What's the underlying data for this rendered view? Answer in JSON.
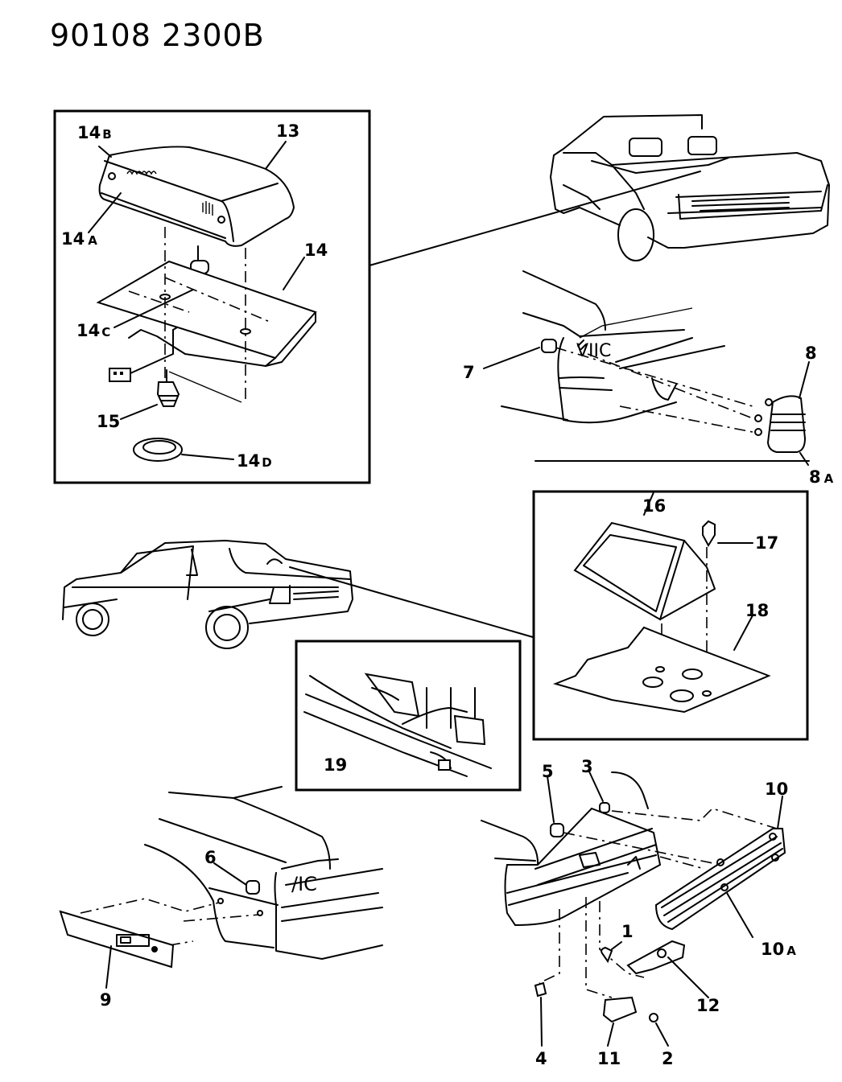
{
  "diagram_id": "90108  2300B",
  "callouts": {
    "c1": "1",
    "c2": "2",
    "c3": "3",
    "c4": "4",
    "c5": "5",
    "c6": "6",
    "c7": "7",
    "c8": "8",
    "c8a_num": "8",
    "c8a_sub": "A",
    "c9": "9",
    "c10": "10",
    "c10a_num": "10",
    "c10a_sub": "A",
    "c11": "11",
    "c12": "12",
    "c13": "13",
    "c14": "14",
    "c14a_num": "14",
    "c14a_sub": "A",
    "c14b_num": "14",
    "c14b_sub": "B",
    "c14c_num": "14",
    "c14c_sub": "C",
    "c14d_num": "14",
    "c14d_sub": "D",
    "c15": "15",
    "c16": "16",
    "c17": "17",
    "c18": "18",
    "c19": "19"
  },
  "insets": [
    {
      "name": "convertible-high-mount-stop-lamp-inset",
      "parts": [
        "13",
        "14",
        "14A",
        "14B",
        "14C",
        "14D",
        "15"
      ]
    },
    {
      "name": "coupe-high-mount-stop-lamp-inset",
      "parts": [
        "16",
        "17",
        "18"
      ]
    },
    {
      "name": "wiring-inset",
      "parts": [
        "19"
      ]
    }
  ]
}
